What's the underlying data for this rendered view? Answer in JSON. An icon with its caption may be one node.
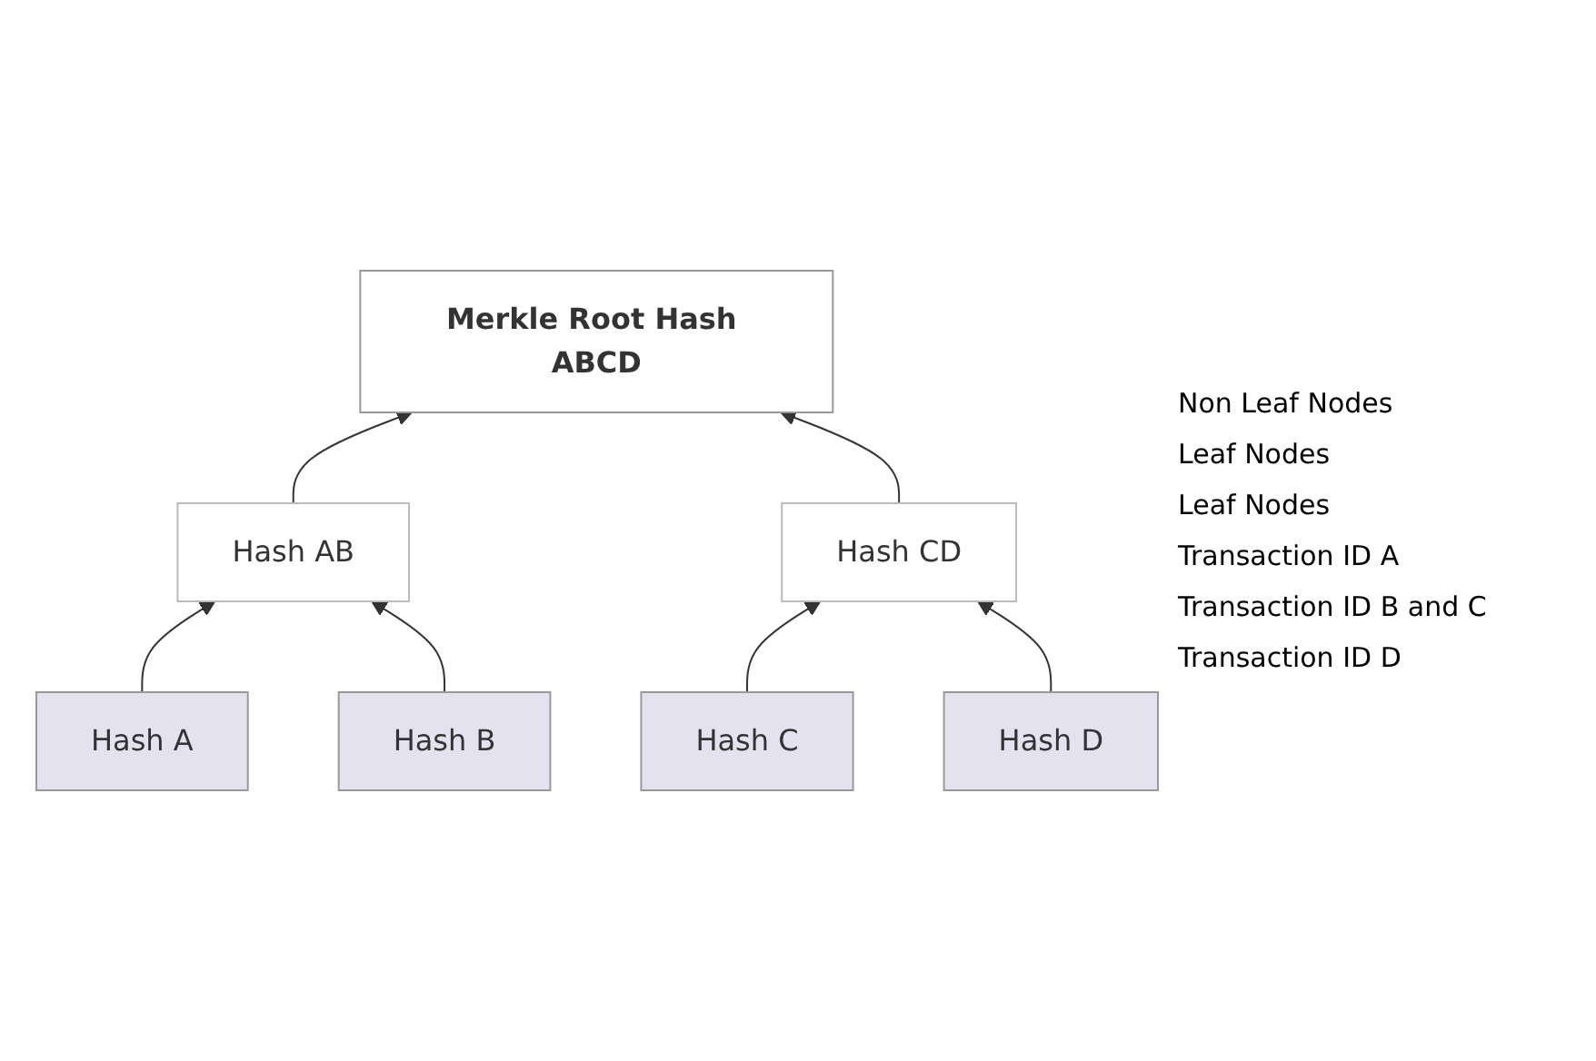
{
  "diagram": {
    "nodes": [
      {
        "text": [
          "Merkle Root Hash ABCD"
        ]
      },
      {
        "text": [
          "Hash AB"
        ]
      },
      {
        "text": [
          "Hash CD"
        ]
      },
      {
        "text": [
          "Hash A"
        ]
      },
      {
        "text": [
          "Hash B"
        ]
      },
      {
        "text": [
          "Hash C"
        ]
      },
      {
        "text": [
          "Hash D"
        ]
      }
    ],
    "edges": [
      {
        "from": 1,
        "to": 0,
        "arrow": "to"
      },
      {
        "from": 2,
        "to": 0,
        "arrow": "to"
      },
      {
        "from": 3,
        "to": 1,
        "arrow": "to"
      },
      {
        "from": 4,
        "to": 1,
        "arrow": "to"
      },
      {
        "from": 5,
        "to": 2,
        "arrow": "to"
      },
      {
        "from": 6,
        "to": 2,
        "arrow": "to"
      }
    ],
    "labels": [
      "Non Leaf Nodes",
      "Leaf Nodes",
      "Leaf Nodes",
      "Transaction ID A",
      "Transaction ID B and C",
      "Transaction ID D"
    ]
  }
}
